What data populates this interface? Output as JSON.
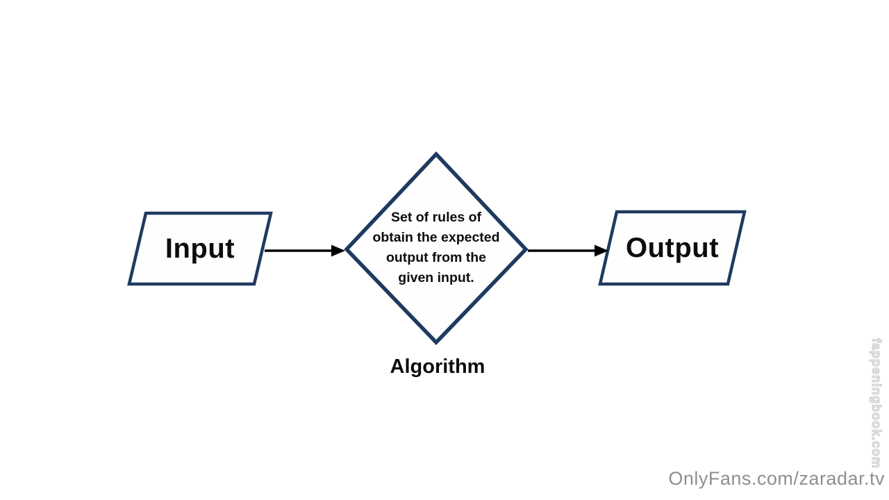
{
  "diagram": {
    "caption": "Algorithm",
    "colors": {
      "shape_border": "#1f3a5f",
      "shape_fill": "#fefefe",
      "arrow": "#000000",
      "label_text": "#0d0d0d"
    },
    "input": {
      "label": "Input",
      "shape": "parallelogram"
    },
    "process": {
      "shape": "diamond",
      "lines": [
        "Set of rules of",
        "obtain the expected",
        "output from the",
        "given input."
      ]
    },
    "output": {
      "label": "Output",
      "shape": "parallelogram"
    }
  },
  "watermarks": {
    "bottom": "OnlyFans.com/zaradar.tv",
    "side": "fappeningbook.com"
  }
}
